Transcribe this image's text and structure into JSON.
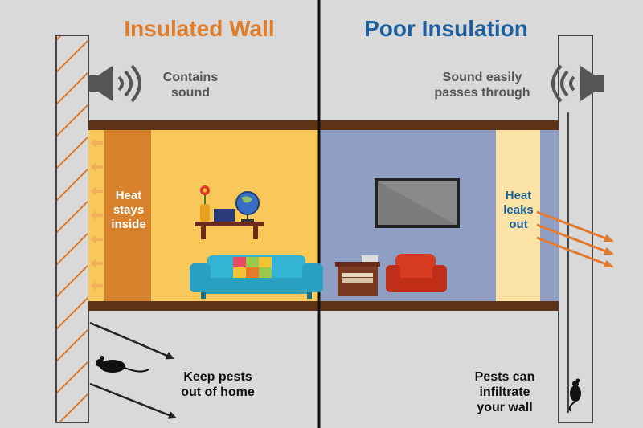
{
  "left_panel": {
    "title": "Insulated Wall",
    "sound_label": "Contains\nsound",
    "heat_label": "Heat\nstays\ninside",
    "pests_label": "Keep pests\nout of home"
  },
  "right_panel": {
    "title": "Poor Insulation",
    "sound_label": "Sound easily\npasses through",
    "heat_label": "Heat\nleaks\nout",
    "pests_label": "Pests can\ninfiltrate\nyour wall"
  },
  "icons": [
    "speaker-icon",
    "mouse-icon",
    "tv-icon",
    "globe-icon",
    "flower-icon",
    "sofa-icon",
    "armchair-icon",
    "side-table-icon",
    "shelf-icon"
  ],
  "colors": {
    "background": "#d9d9d9",
    "left_title": "#e07b28",
    "right_title": "#1d5f9e",
    "warm_room": "#f8c95a",
    "insulation": "#d8812c",
    "cool_room": "#8f9fc4",
    "floor_beam": "#5c3317",
    "heat_arrow": "#e07a30",
    "wall_hatch": "#e07b28"
  }
}
